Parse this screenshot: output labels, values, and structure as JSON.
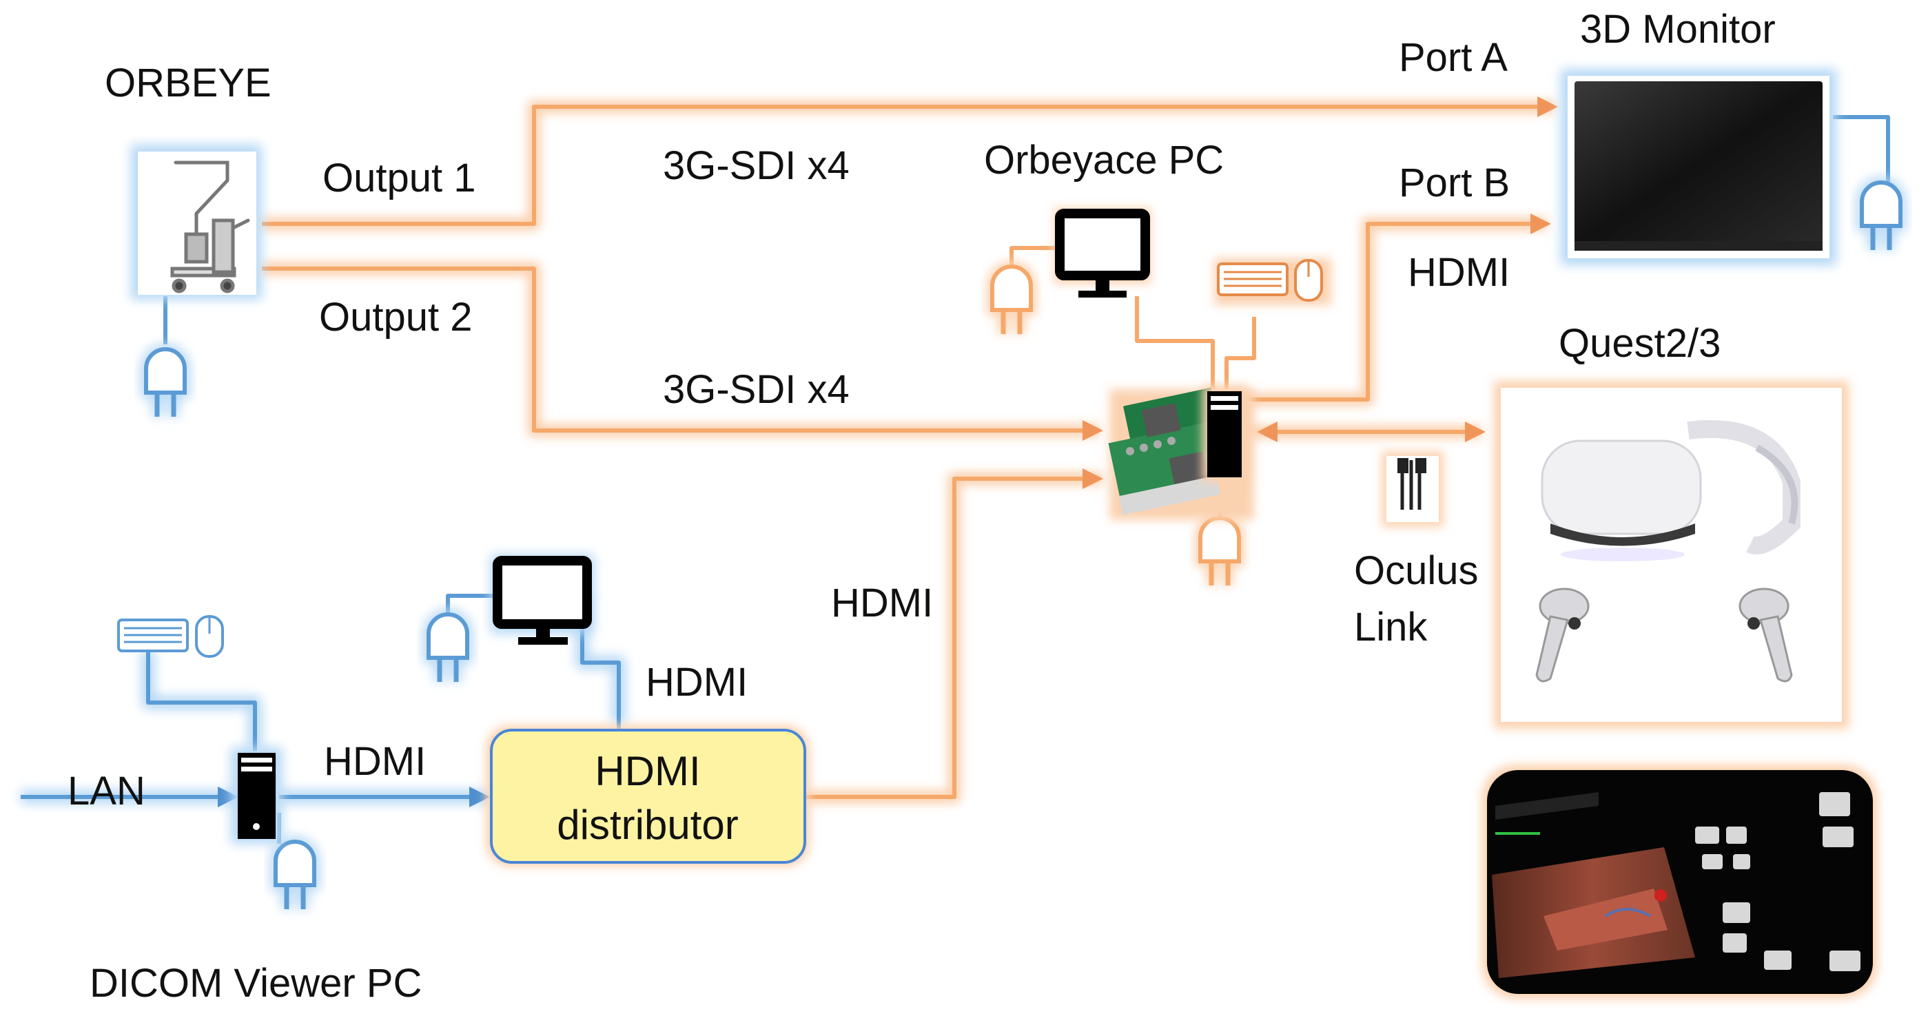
{
  "labels": {
    "orbeye": "ORBEYE",
    "output1": "Output 1",
    "output2": "Output 2",
    "sdi_top": "3G-SDI x4",
    "sdi_bottom": "3G-SDI x4",
    "orbeyace_pc": "Orbeyace PC",
    "port_a": "Port A",
    "port_b": "Port B",
    "monitor_3d": "3D Monitor",
    "hdmi_monitor": "HDMI",
    "quest": "Quest2/3",
    "oculus_line1": "Oculus",
    "oculus_line2": "Link",
    "hdmi_to_pc": "HDMI",
    "hdmi_upper": "HDMI",
    "hdmi_left": "HDMI",
    "lan": "LAN",
    "distributor_line1": "HDMI",
    "distributor_line2": "distributor",
    "dicom_pc": "DICOM Viewer PC"
  },
  "colors": {
    "orange_line": "#f5a86a",
    "orange_glow": "#fbd2b0",
    "blue_line": "#5b9bd5",
    "blue_glow": "#b5d8f5",
    "distributor_fill": "#fdf3a2",
    "distributor_border": "#4a86d8",
    "text": "#111111"
  },
  "icons": {
    "orbeye": "surgical-microscope-icon",
    "monitor_3d": "tv-monitor-icon",
    "orbeyace_monitor": "desktop-monitor-icon",
    "dicom_monitor": "desktop-monitor-icon",
    "keyboard_mouse": "keyboard-mouse-icon",
    "plug": "power-plug-icon",
    "capture_card": "capture-card-icon",
    "tower": "pc-tower-icon",
    "headset": "vr-headset-icon",
    "cable": "usb-c-cable-icon",
    "vr_screen": "vr-screenshot-image"
  }
}
